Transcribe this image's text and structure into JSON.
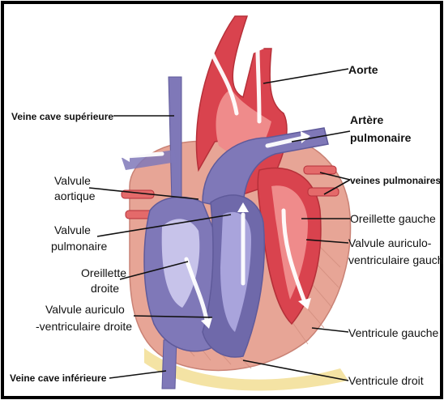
{
  "diagram": {
    "labels": {
      "aorte": "Aorte",
      "artere_pulmonaire_1": "Artère",
      "artere_pulmonaire_2": "pulmonaire",
      "veines_pulmonaires": "veines pulmonaires",
      "oreillette_gauche": "Oreillette gauche",
      "valvule_av_gauche_1": "Valvule auriculo-",
      "valvule_av_gauche_2": "ventriculaire gauche",
      "ventricule_gauche": "Ventricule gauche",
      "ventricule_droit": "Ventricule droit",
      "veine_cave_superieure": "Veine cave supérieure",
      "valvule_aortique_1": "Valvule",
      "valvule_aortique_2": "aortique",
      "valvule_pulmonaire_1": "Valvule",
      "valvule_pulmonaire_2": "pulmonaire",
      "oreillette_droite_1": "Oreillette",
      "oreillette_droite_2": "droite",
      "valvule_av_droite_1": "Valvule auriculo",
      "valvule_av_droite_2": "-ventriculaire droite",
      "veine_cave_inferieure": "Veine cave inférieure"
    },
    "colors": {
      "oxygenated": "#d9434e",
      "oxygenated_light": "#ef8b8b",
      "deoxygenated": "#7f78b8",
      "deoxygenated_light": "#c7c3ea",
      "muscle": "#e7a596",
      "fat": "#f4e3a4",
      "border": "#000000"
    }
  }
}
